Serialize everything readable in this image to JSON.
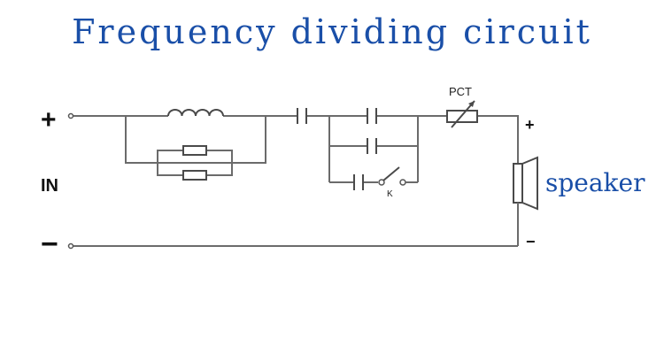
{
  "title": "Frequency dividing circuit",
  "input": {
    "plus": "+",
    "label": "IN",
    "minus": "−"
  },
  "components": {
    "pct_label": "PCT",
    "switch_label": "K"
  },
  "output": {
    "plus": "+",
    "minus": "−",
    "speaker_label": "speaker"
  },
  "colors": {
    "title": "#1a4fa8",
    "speaker_label": "#1a4fa8",
    "wire": "#6b6b6b"
  }
}
